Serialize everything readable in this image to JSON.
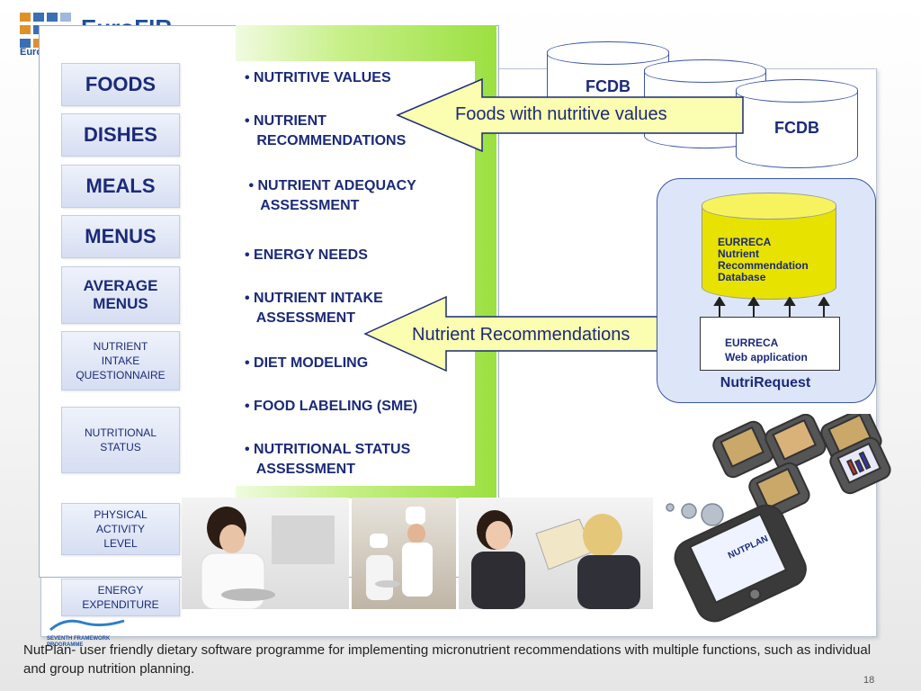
{
  "logo": {
    "text": "EuroFIR",
    "sub": "Euro"
  },
  "menu": {
    "foods": "FOODS",
    "dishes": "DISHES",
    "meals": "MEALS",
    "menus": "MENUS",
    "average_menus": "AVERAGE\nMENUS",
    "nutrient_intake_questionnaire": "NUTRIENT\nINTAKE\nQUESTIONNAIRE",
    "nutritional_status": "NUTRITIONAL\nSTATUS",
    "physical_activity_level": "PHYSICAL\nACTIVITY\nLEVEL",
    "energy_expenditure": "ENERGY\nEXPENDITURE"
  },
  "functions": [
    "• NUTRITIVE VALUES",
    "• NUTRIENT\n   RECOMMENDATIONS",
    " • NUTRIENT ADEQUACY\n    ASSESSMENT",
    "• ENERGY NEEDS",
    "• NUTRIENT INTAKE\n   ASSESSMENT",
    "• DIET MODELING",
    "• FOOD LABELING (SME)",
    "• NUTRITIONAL STATUS\n   ASSESSMENT"
  ],
  "databases": {
    "fcdb1": "FCDB",
    "fcdb2": "FCDB"
  },
  "arrows": {
    "foods": "Foods with nutritive values",
    "recs": "Nutrient Recommendations"
  },
  "eurreca": {
    "db_label": "EURRECA\nNutrient\nRecommendation\nDatabase",
    "webapp": "EURRECA\nWeb application",
    "nutrirequest": "NutriRequest"
  },
  "phone": {
    "label": "NUTPLAN"
  },
  "fp7": {
    "label": "SEVENTH FRAMEWORK\nPROGRAMME"
  },
  "caption": "NutPlan- user friendly dietary software programme for implementing micronutrient recommendations with multiple functions, such as individual and group nutrition planning.",
  "page_number": "18",
  "colors": {
    "navy": "#1b2a78",
    "green": "#9be040",
    "yellow": "#f7f35e",
    "arrow_fill": "#fbfdb0"
  }
}
